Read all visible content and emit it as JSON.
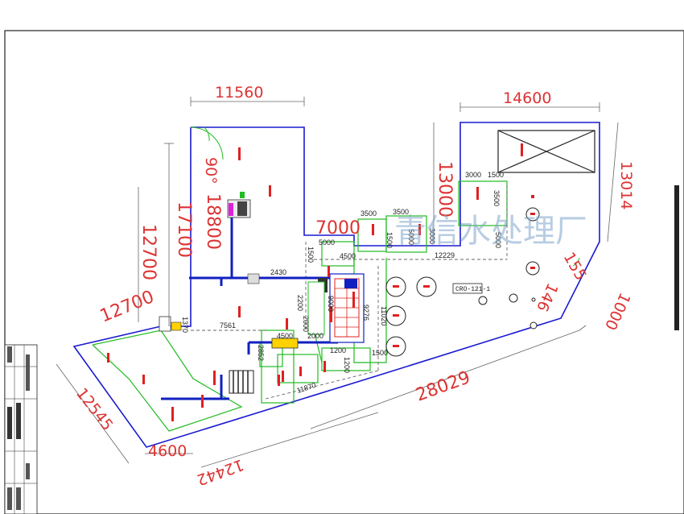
{
  "dimensions": {
    "top_left_width": "11560",
    "top_right_width": "14600",
    "height_17100": "17100",
    "height_18800": "18800",
    "height_12700_vert": "12700",
    "diag_12700": "12700",
    "height_13000": "13000",
    "right_13014": "13014",
    "mid_7000": "7000",
    "d_3500a": "3500",
    "d_3500b": "3500",
    "d_5000a": "5000",
    "d_5000b": "5000",
    "d_5000c": "5000",
    "d_4500a": "4500",
    "d_4500b": "4500",
    "d_1500a": "1500",
    "d_1500b": "1500",
    "d_1500c": "1500",
    "d_3000a": "3000",
    "d_3000b": "3000",
    "d_3500c": "3500",
    "d_12229": "12229",
    "d_2430": "2430",
    "d_7561": "7561",
    "d_2200": "2200",
    "d_2000a": "2000",
    "d_2000b": "2000",
    "d_2852": "2852",
    "d_1200": "1200",
    "d_1200b": "1200",
    "d_9000": "9000",
    "d_9276": "9276",
    "d_11020": "11020",
    "d_11870": "11870",
    "d_28029": "28029",
    "d_12545": "12545",
    "d_4600": "4600",
    "d_12442": "12442",
    "d_1000": "1000",
    "d_146": "146",
    "d_155": "155",
    "d_1370": "1370",
    "angle_90": "90°"
  },
  "labels": {
    "cro_box": "CRO-121-1"
  },
  "watermark": "青信水处理厂",
  "colors": {
    "boundary": "#1a1ad0",
    "green": "#22bb22",
    "red": "#e02020",
    "pipe": "#1020c0",
    "magenta": "#e020e0",
    "dim": "#555555"
  }
}
